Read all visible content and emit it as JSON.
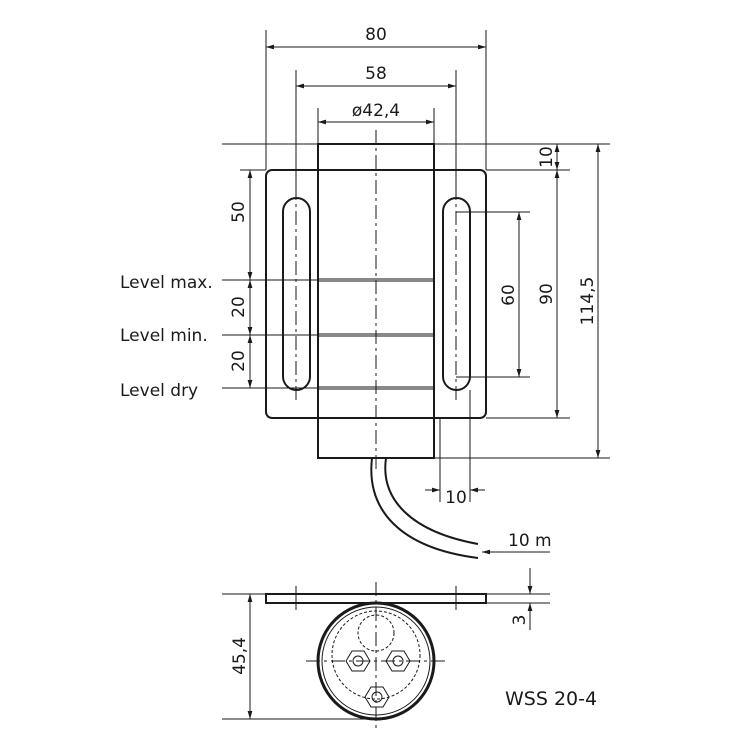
{
  "drawing": {
    "model": "WSS 20-4",
    "dimensions": {
      "width_80": "80",
      "width_58": "58",
      "diameter": "ø42,4",
      "top_10": "10",
      "height_90": "90",
      "height_114": "114,5",
      "slot_60": "60",
      "bottom_10": "10",
      "left_50": "50",
      "left_20a": "20",
      "left_20b": "20",
      "cable": "10 m",
      "thickness_3": "3",
      "depth_45": "45,4"
    },
    "labels": {
      "level_max": "Level max.",
      "level_min": "Level min.",
      "level_dry": "Level dry"
    }
  }
}
